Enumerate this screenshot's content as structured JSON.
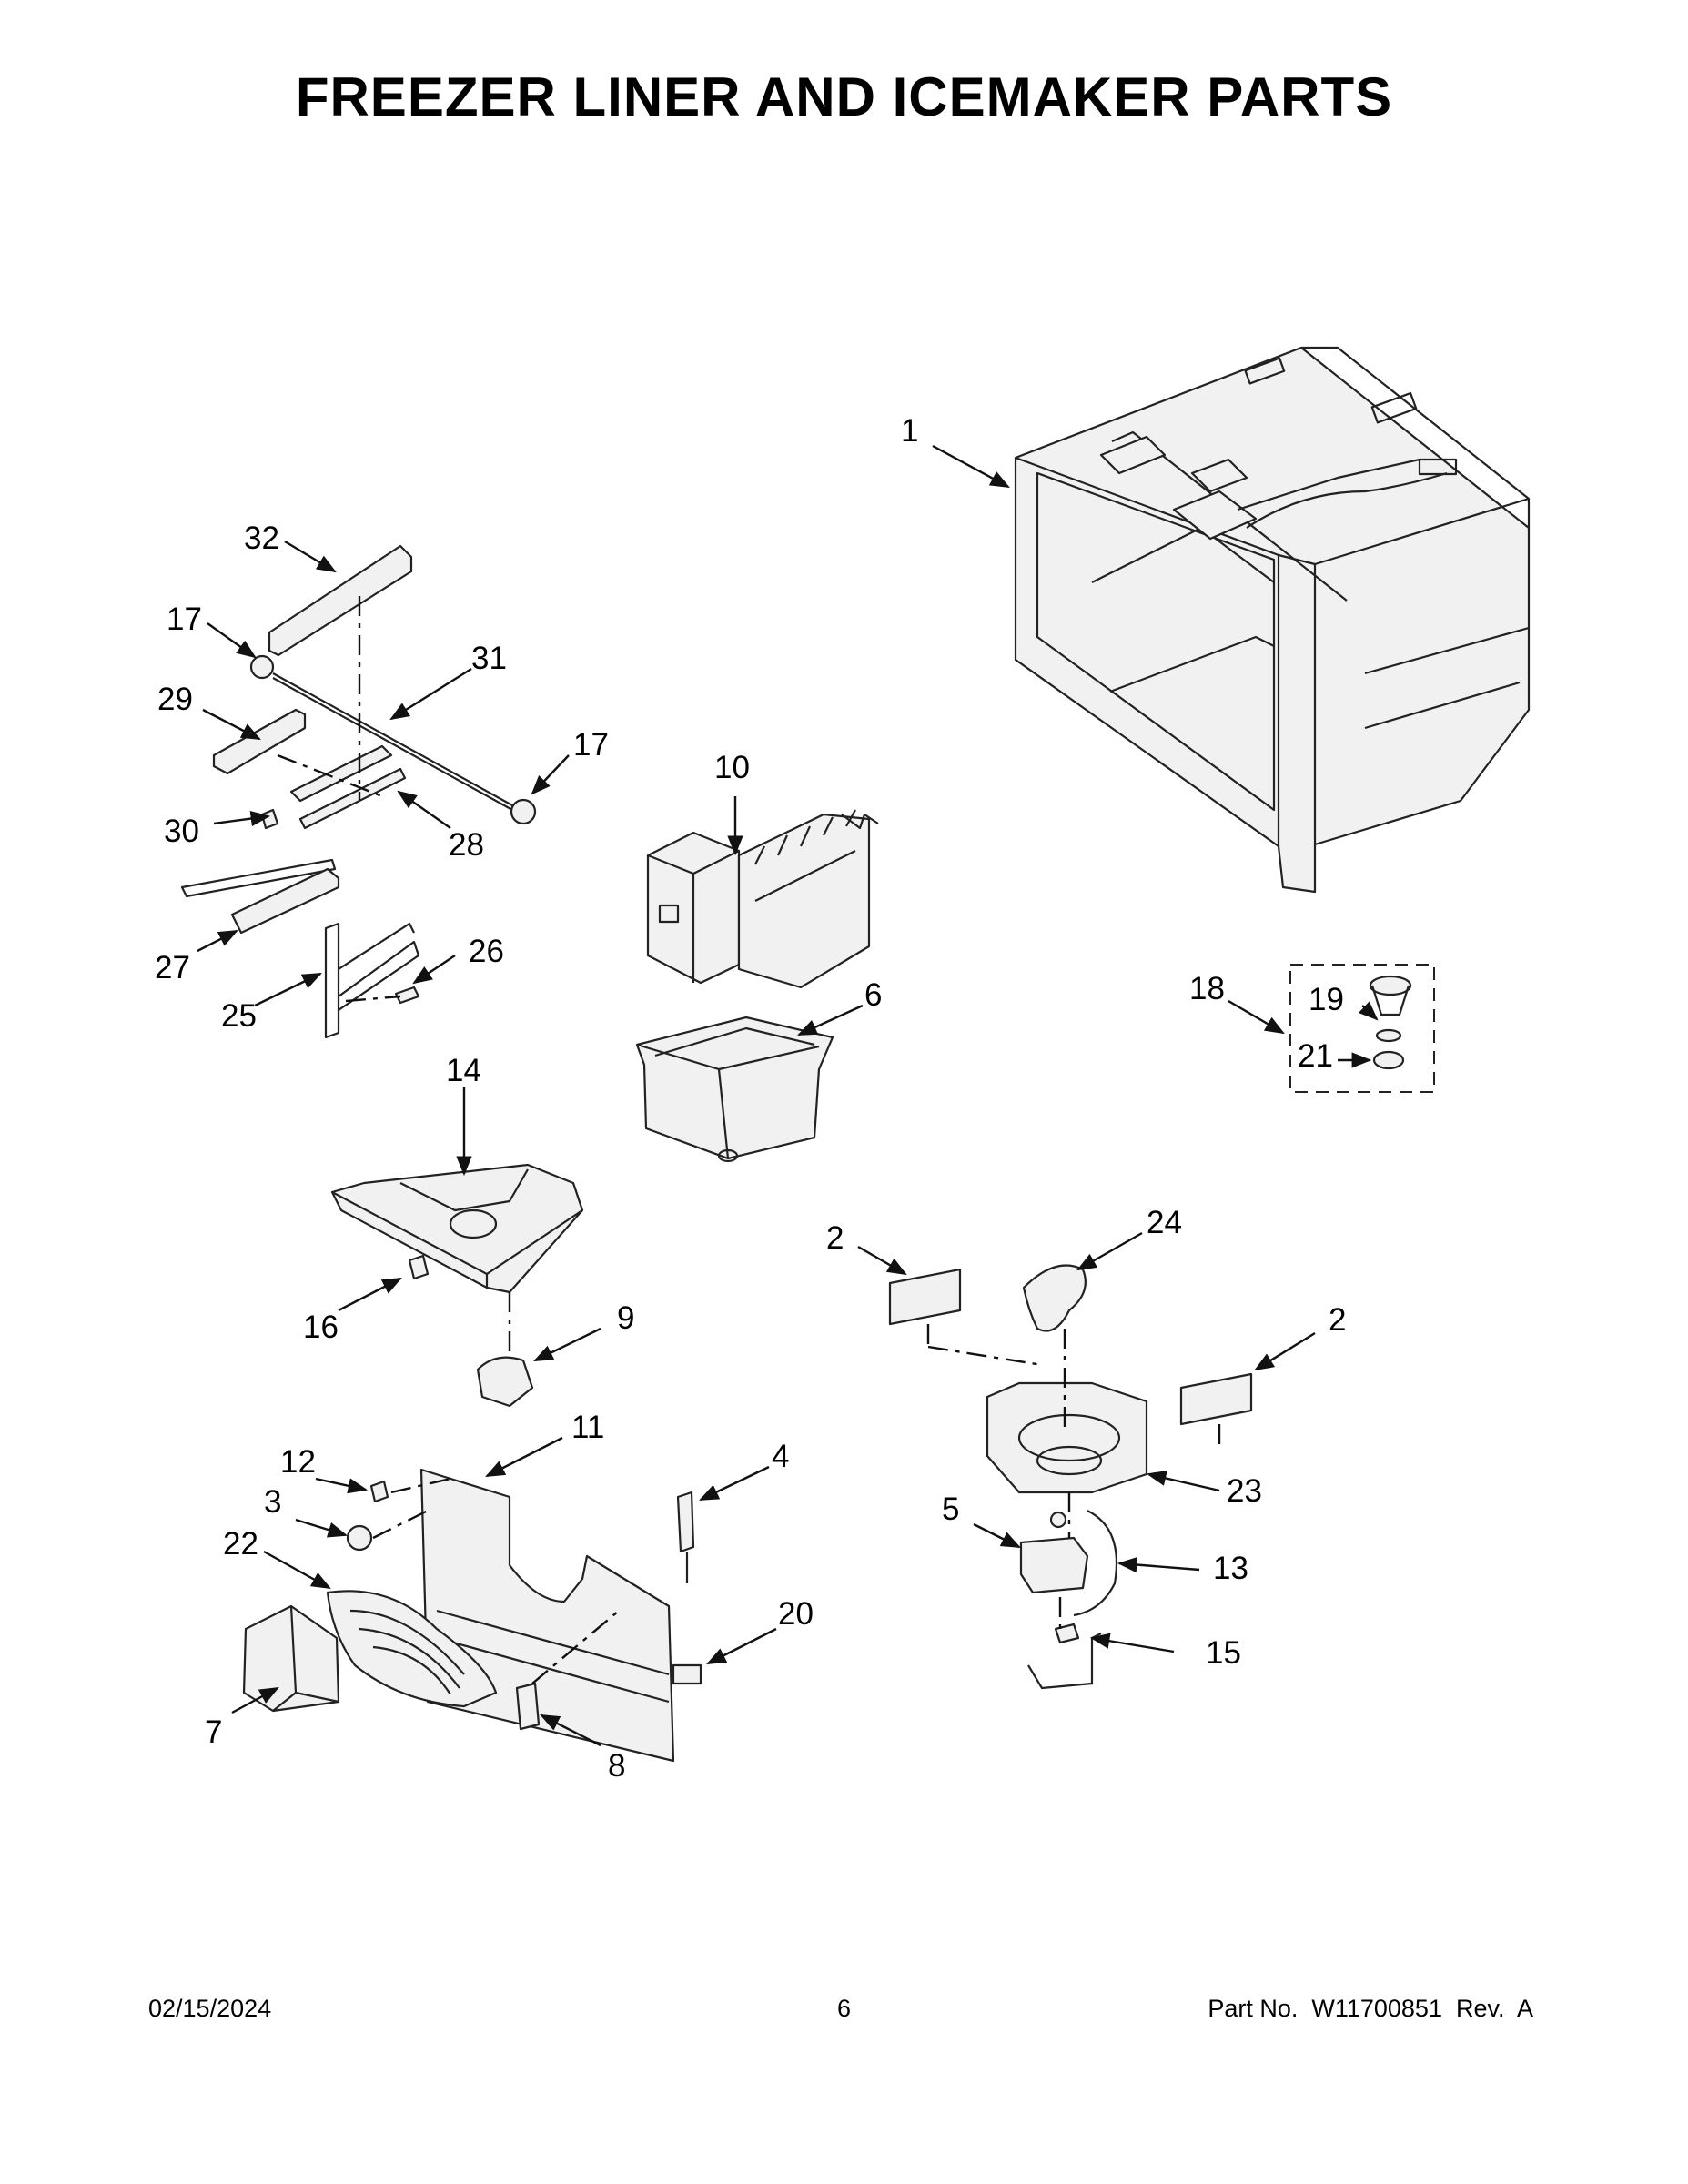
{
  "title": "FREEZER LINER AND ICEMAKER PARTS",
  "callouts": {
    "c1": "1",
    "c2a": "2",
    "c2b": "2",
    "c3": "3",
    "c4": "4",
    "c5": "5",
    "c6": "6",
    "c7": "7",
    "c8": "8",
    "c9": "9",
    "c10": "10",
    "c11": "11",
    "c12": "12",
    "c13": "13",
    "c14": "14",
    "c15": "15",
    "c16": "16",
    "c17a": "17",
    "c17b": "17",
    "c18": "18",
    "c19": "19",
    "c20": "20",
    "c21": "21",
    "c22": "22",
    "c23": "23",
    "c24": "24",
    "c25": "25",
    "c26": "26",
    "c27": "27",
    "c28": "28",
    "c29": "29",
    "c30": "30",
    "c31": "31",
    "c32": "32"
  },
  "footer": {
    "date": "02/15/2024",
    "page_number": "6",
    "part_no": "Part No.  W11700851  Rev.  A"
  }
}
